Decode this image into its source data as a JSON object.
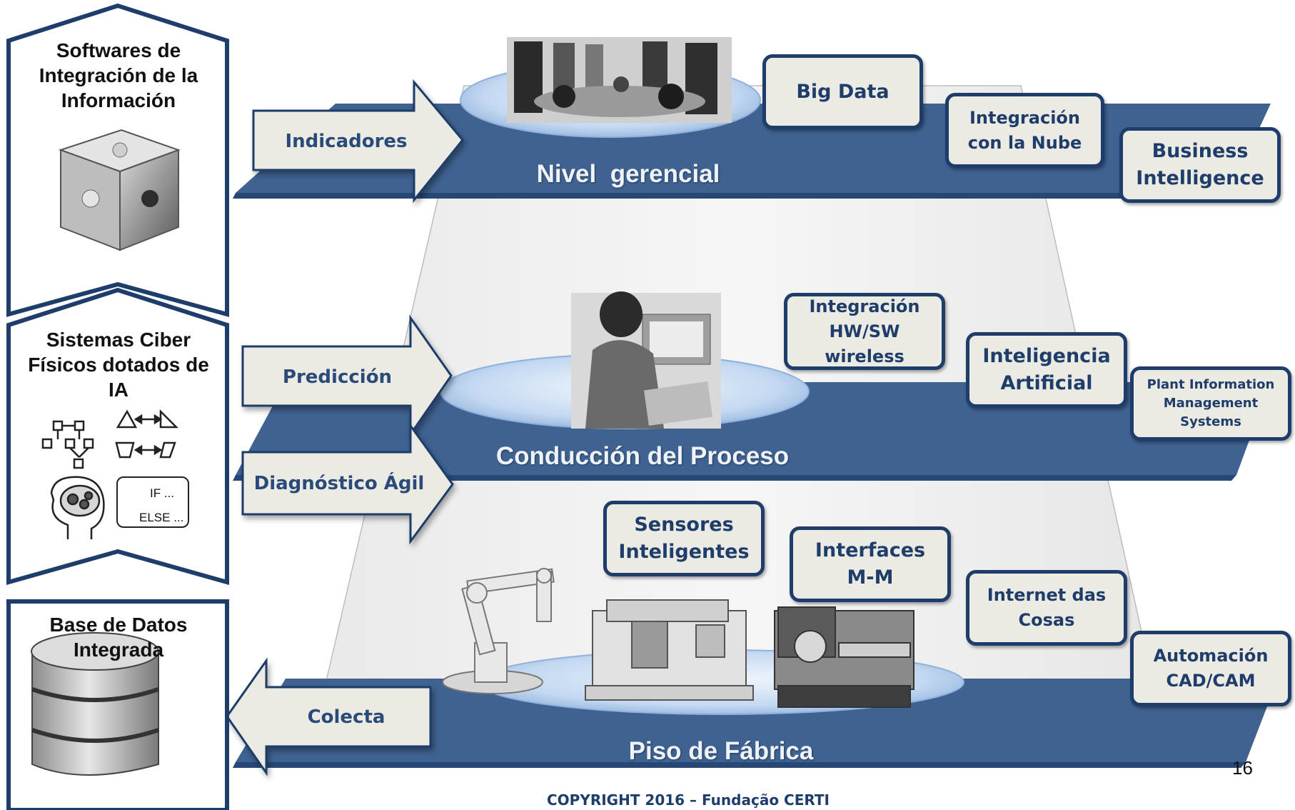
{
  "side_panels": {
    "software": {
      "title": "Softwares de Integración de la Información",
      "icon": "puzzle-cube-icon"
    },
    "cyber": {
      "title": "Sistemas Ciber Físicos dotados de IA",
      "icons": [
        "flowchart-icon",
        "shape-transform-icon",
        "ai-brain-icon"
      ],
      "code_lines": [
        "IF ...",
        "ELSE ..."
      ]
    },
    "database": {
      "title": "Base de Datos Integrada",
      "icon": "database-icon"
    }
  },
  "levels": {
    "top": "Nivel  gerencial",
    "middle": "Conducción del Proceso",
    "bottom": "Piso de Fábrica"
  },
  "arrows": {
    "indicadores": "Indicadores",
    "prediccion": "Predicción",
    "diagnostico": "Diagnóstico Ágil",
    "colecta": "Colecta"
  },
  "tags": {
    "big_data": "Big Data",
    "nube": "Integración\ncon la Nube",
    "bi": "Business\nIntelligence",
    "hwsw": "Integración\nHW/SW\nwireless",
    "ia": "Inteligencia\nArtificial",
    "pims": "Plant Information\nManagement\nSystems",
    "sensores": "Sensores\nInteligentes",
    "interfaces": "Interfaces\nM-M",
    "iot": "Internet das\nCosas",
    "cad": "Automación\nCAD/CAM"
  },
  "illustrations": [
    "meeting-room-photo",
    "operator-at-computer-photo",
    "robot-arm-photo",
    "cnc-machine-photo",
    "lathe-machine-photo"
  ],
  "colors": {
    "band": "#3f6291",
    "band_dark": "#274875",
    "tag_border": "#1f3d6b",
    "tag_fill": "#ecebe3",
    "arrow_fill": "#ecebe3"
  },
  "page_number": "16",
  "footer": "COPYRIGHT 2016 – Fundação CERTI"
}
